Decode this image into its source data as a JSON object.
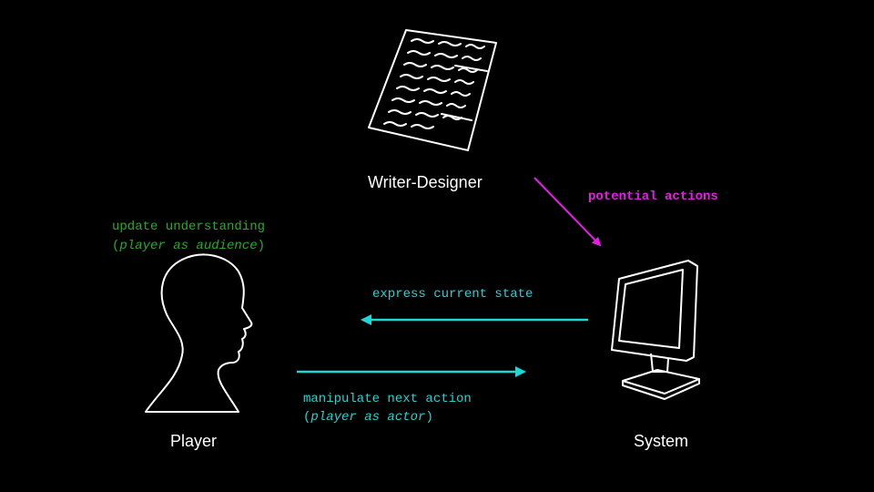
{
  "nodes": {
    "writer": "Writer-Designer",
    "player": "Player",
    "system": "System"
  },
  "annotations": {
    "potential_actions": "potential actions",
    "update_understanding": "update understanding",
    "player_as_audience_open": "(",
    "player_as_audience": "player as audience",
    "player_as_audience_close": ")",
    "express_current_state": "express current state",
    "manipulate_next_action": "manipulate next action",
    "player_as_actor_open": "(",
    "player_as_actor": "player as actor",
    "player_as_actor_close": ")"
  },
  "colors": {
    "background": "#000000",
    "magenta": "#e81ce8",
    "cyan": "#1fd6d6",
    "green": "#22b022",
    "white": "#ffffff"
  },
  "icons": {
    "writer": "document-icon",
    "player": "head-silhouette-icon",
    "system": "computer-monitor-icon"
  }
}
